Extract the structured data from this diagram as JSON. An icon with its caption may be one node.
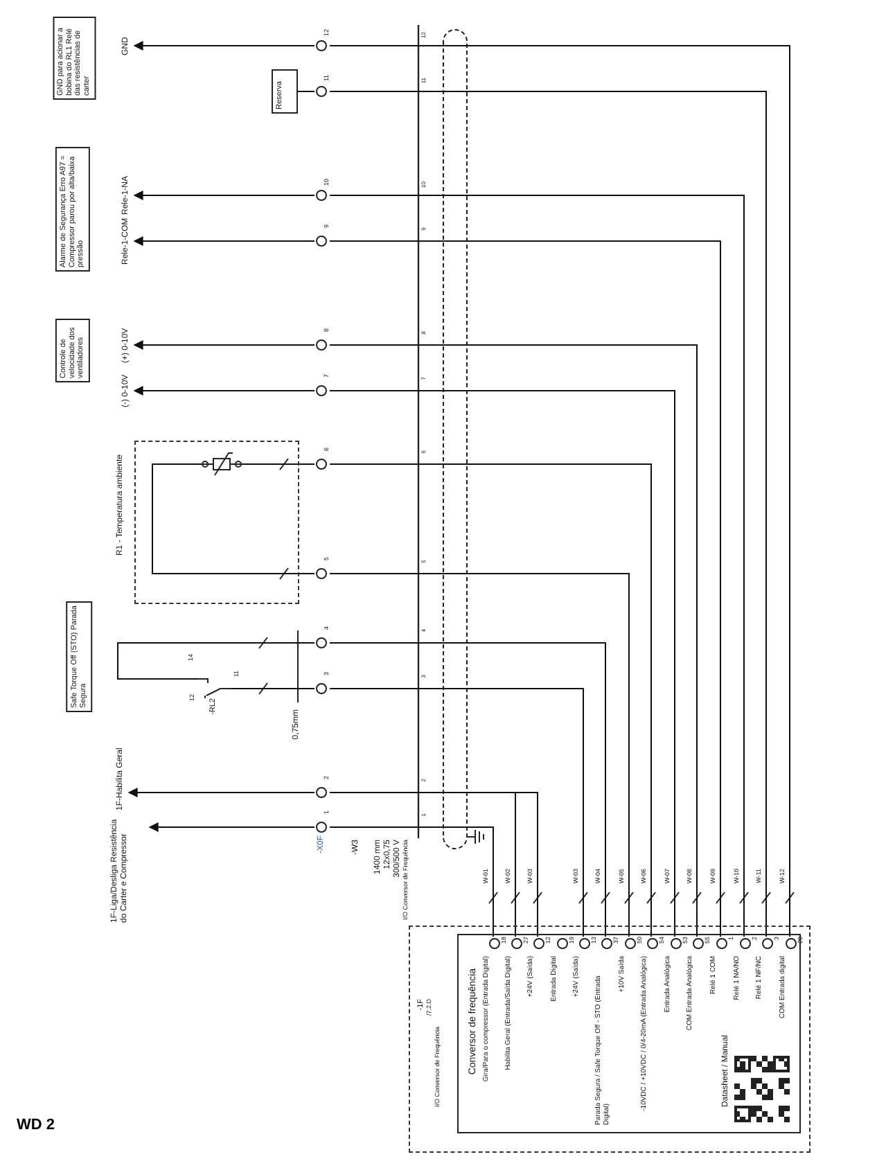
{
  "diagram": {
    "nodes": [
      {
        "text": [
          "GND para acionar a bobina do RL1 Relé das resistências de carter"
        ]
      },
      {
        "text": [
          "GND"
        ]
      },
      {
        "text": [
          "Reserva"
        ]
      },
      {
        "text": [
          "Alarme de Segurança Erro A97 = Compressor parou por alta/baixa pressão"
        ]
      },
      {
        "text": [
          "Rele-1-NA"
        ]
      },
      {
        "text": [
          "Rele-1-COM"
        ]
      },
      {
        "text": [
          "Controle de velocidade dos ventiladores"
        ]
      },
      {
        "text": [
          "(+) 0-10V"
        ]
      },
      {
        "text": [
          "(-) 0-10V"
        ]
      },
      {
        "text": [
          "R1 - Temperatura ambiente"
        ]
      },
      {
        "text": [],
        "shape": "picture",
        "in": 9
      },
      {
        "text": [
          "Safe Torque Off (STO) Parada Segura"
        ]
      },
      {
        "text": [
          "-RL2"
        ]
      },
      {
        "text": [
          "1F-Habilita Geral"
        ]
      },
      {
        "text": [
          "1F-Liga/Desliga Resistência do Carter e Compressor"
        ]
      },
      {
        "text": [
          "12"
        ]
      },
      {
        "text": [
          "11"
        ]
      },
      {
        "text": [
          "10"
        ]
      },
      {
        "text": [
          "9"
        ]
      },
      {
        "text": [
          "8"
        ]
      },
      {
        "text": [
          "7"
        ]
      },
      {
        "text": [
          "6"
        ]
      },
      {
        "text": [
          "5"
        ]
      },
      {
        "text": [
          "4"
        ]
      },
      {
        "text": [
          "3"
        ]
      },
      {
        "text": [
          "2"
        ]
      },
      {
        "text": [
          "1"
        ]
      },
      {
        "text": [
          "-1F",
          "/7.2.D",
          "I/O Conversor de Frequência"
        ]
      },
      {
        "text": [
          "Conversor de frequência",
          "Datasheet / Manual"
        ],
        "in": 27
      },
      {
        "text": [],
        "shape": "picture",
        "in": 28
      },
      {
        "text": [
          "18"
        ],
        "beside": [
          "Gira/Para o compressor (Entrada Digital)"
        ],
        "in": 28
      },
      {
        "text": [
          "27"
        ],
        "beside": [
          "Habilita Geral (Entrada/Saída Digital)"
        ],
        "in": 28
      },
      {
        "text": [
          "12"
        ],
        "beside": [
          "+24V (Saída)"
        ],
        "in": 28
      },
      {
        "text": [
          "19"
        ],
        "beside": [
          "Entrada Digital"
        ],
        "in": 28
      },
      {
        "text": [
          "13"
        ],
        "beside": [
          "+24V (Saída)"
        ],
        "in": 28
      },
      {
        "text": [
          "37"
        ],
        "beside": [
          "Parada Segura / Safe Torque Off - STO (Entrada Digital)"
        ],
        "in": 28
      },
      {
        "text": [
          "50"
        ],
        "beside": [
          "+10V Saída"
        ],
        "in": 28
      },
      {
        "text": [
          "54"
        ],
        "beside": [
          "-10VDC / +10VDC / 0/4-20mA (Entrada Analógica)"
        ],
        "in": 28
      },
      {
        "text": [
          "53"
        ],
        "beside": [
          "Entrada Analógica"
        ],
        "in": 28
      },
      {
        "text": [
          "55"
        ],
        "beside": [
          "COM Entrada Analógica"
        ],
        "in": 28
      },
      {
        "text": [
          "1"
        ],
        "beside": [
          "Relé 1 COM"
        ],
        "in": 28
      },
      {
        "text": [
          "2"
        ],
        "beside": [
          "Relé 1 NA/NO"
        ],
        "in": 28
      },
      {
        "text": [
          "3"
        ],
        "beside": [
          "Relé 1 NF/NC"
        ],
        "in": 28
      },
      {
        "text": [
          "20"
        ],
        "beside": [
          "COM Entrada digital"
        ],
        "in": 28
      }
    ],
    "edges": [
      {
        "from": 15,
        "to": 1,
        "arrow": "to"
      },
      {
        "from": 15,
        "to": 43,
        "arrow": "none"
      },
      {
        "from": 16,
        "to": 2,
        "arrow": "none"
      },
      {
        "from": 16,
        "to": 42,
        "arrow": "none"
      },
      {
        "from": 17,
        "to": 4,
        "arrow": "to"
      },
      {
        "from": 17,
        "to": 41,
        "arrow": "none"
      },
      {
        "from": 18,
        "to": 5,
        "arrow": "to"
      },
      {
        "from": 18,
        "to": 40,
        "arrow": "none"
      },
      {
        "from": 19,
        "to": 7,
        "arrow": "to"
      },
      {
        "from": 19,
        "to": 39,
        "arrow": "none"
      },
      {
        "from": 20,
        "to": 8,
        "arrow": "to"
      },
      {
        "from": 20,
        "to": 38,
        "arrow": "none"
      },
      {
        "from": 21,
        "to": 10,
        "arrow": "none"
      },
      {
        "from": 10,
        "to": 22,
        "arrow": "none"
      },
      {
        "from": 21,
        "to": 37,
        "arrow": "none"
      },
      {
        "from": 22,
        "to": 36,
        "arrow": "none"
      },
      {
        "from": 23,
        "to": 12,
        "arrow": "none"
      },
      {
        "from": 24,
        "to": 12,
        "arrow": "none"
      },
      {
        "from": 23,
        "to": 35,
        "arrow": "none"
      },
      {
        "from": 24,
        "to": 34,
        "arrow": "none"
      },
      {
        "from": 25,
        "to": 13,
        "arrow": "to"
      },
      {
        "from": 25,
        "to": 31,
        "arrow": "none"
      },
      {
        "from": 25,
        "to": 32,
        "arrow": "none"
      },
      {
        "from": 26,
        "to": 14,
        "arrow": "to"
      },
      {
        "from": 26,
        "to": 30,
        "arrow": "none"
      }
    ],
    "labels": [
      "WD 2",
      "-X0F",
      "-W3",
      "1400 mm",
      "12x0,75",
      "300/500 V",
      "I/O Conversor de Frequência",
      "0,75mm",
      "14",
      "12",
      "11",
      "12",
      "11",
      "10",
      "9",
      "8",
      "7",
      "6",
      "5",
      "4",
      "3",
      "2",
      "1",
      "W-01",
      "W-02",
      "W-03",
      "W-03",
      "W-04",
      "W-05",
      "W-06",
      "W-07",
      "W-08",
      "W-09",
      "W-10",
      "W-11",
      "W-12"
    ]
  }
}
